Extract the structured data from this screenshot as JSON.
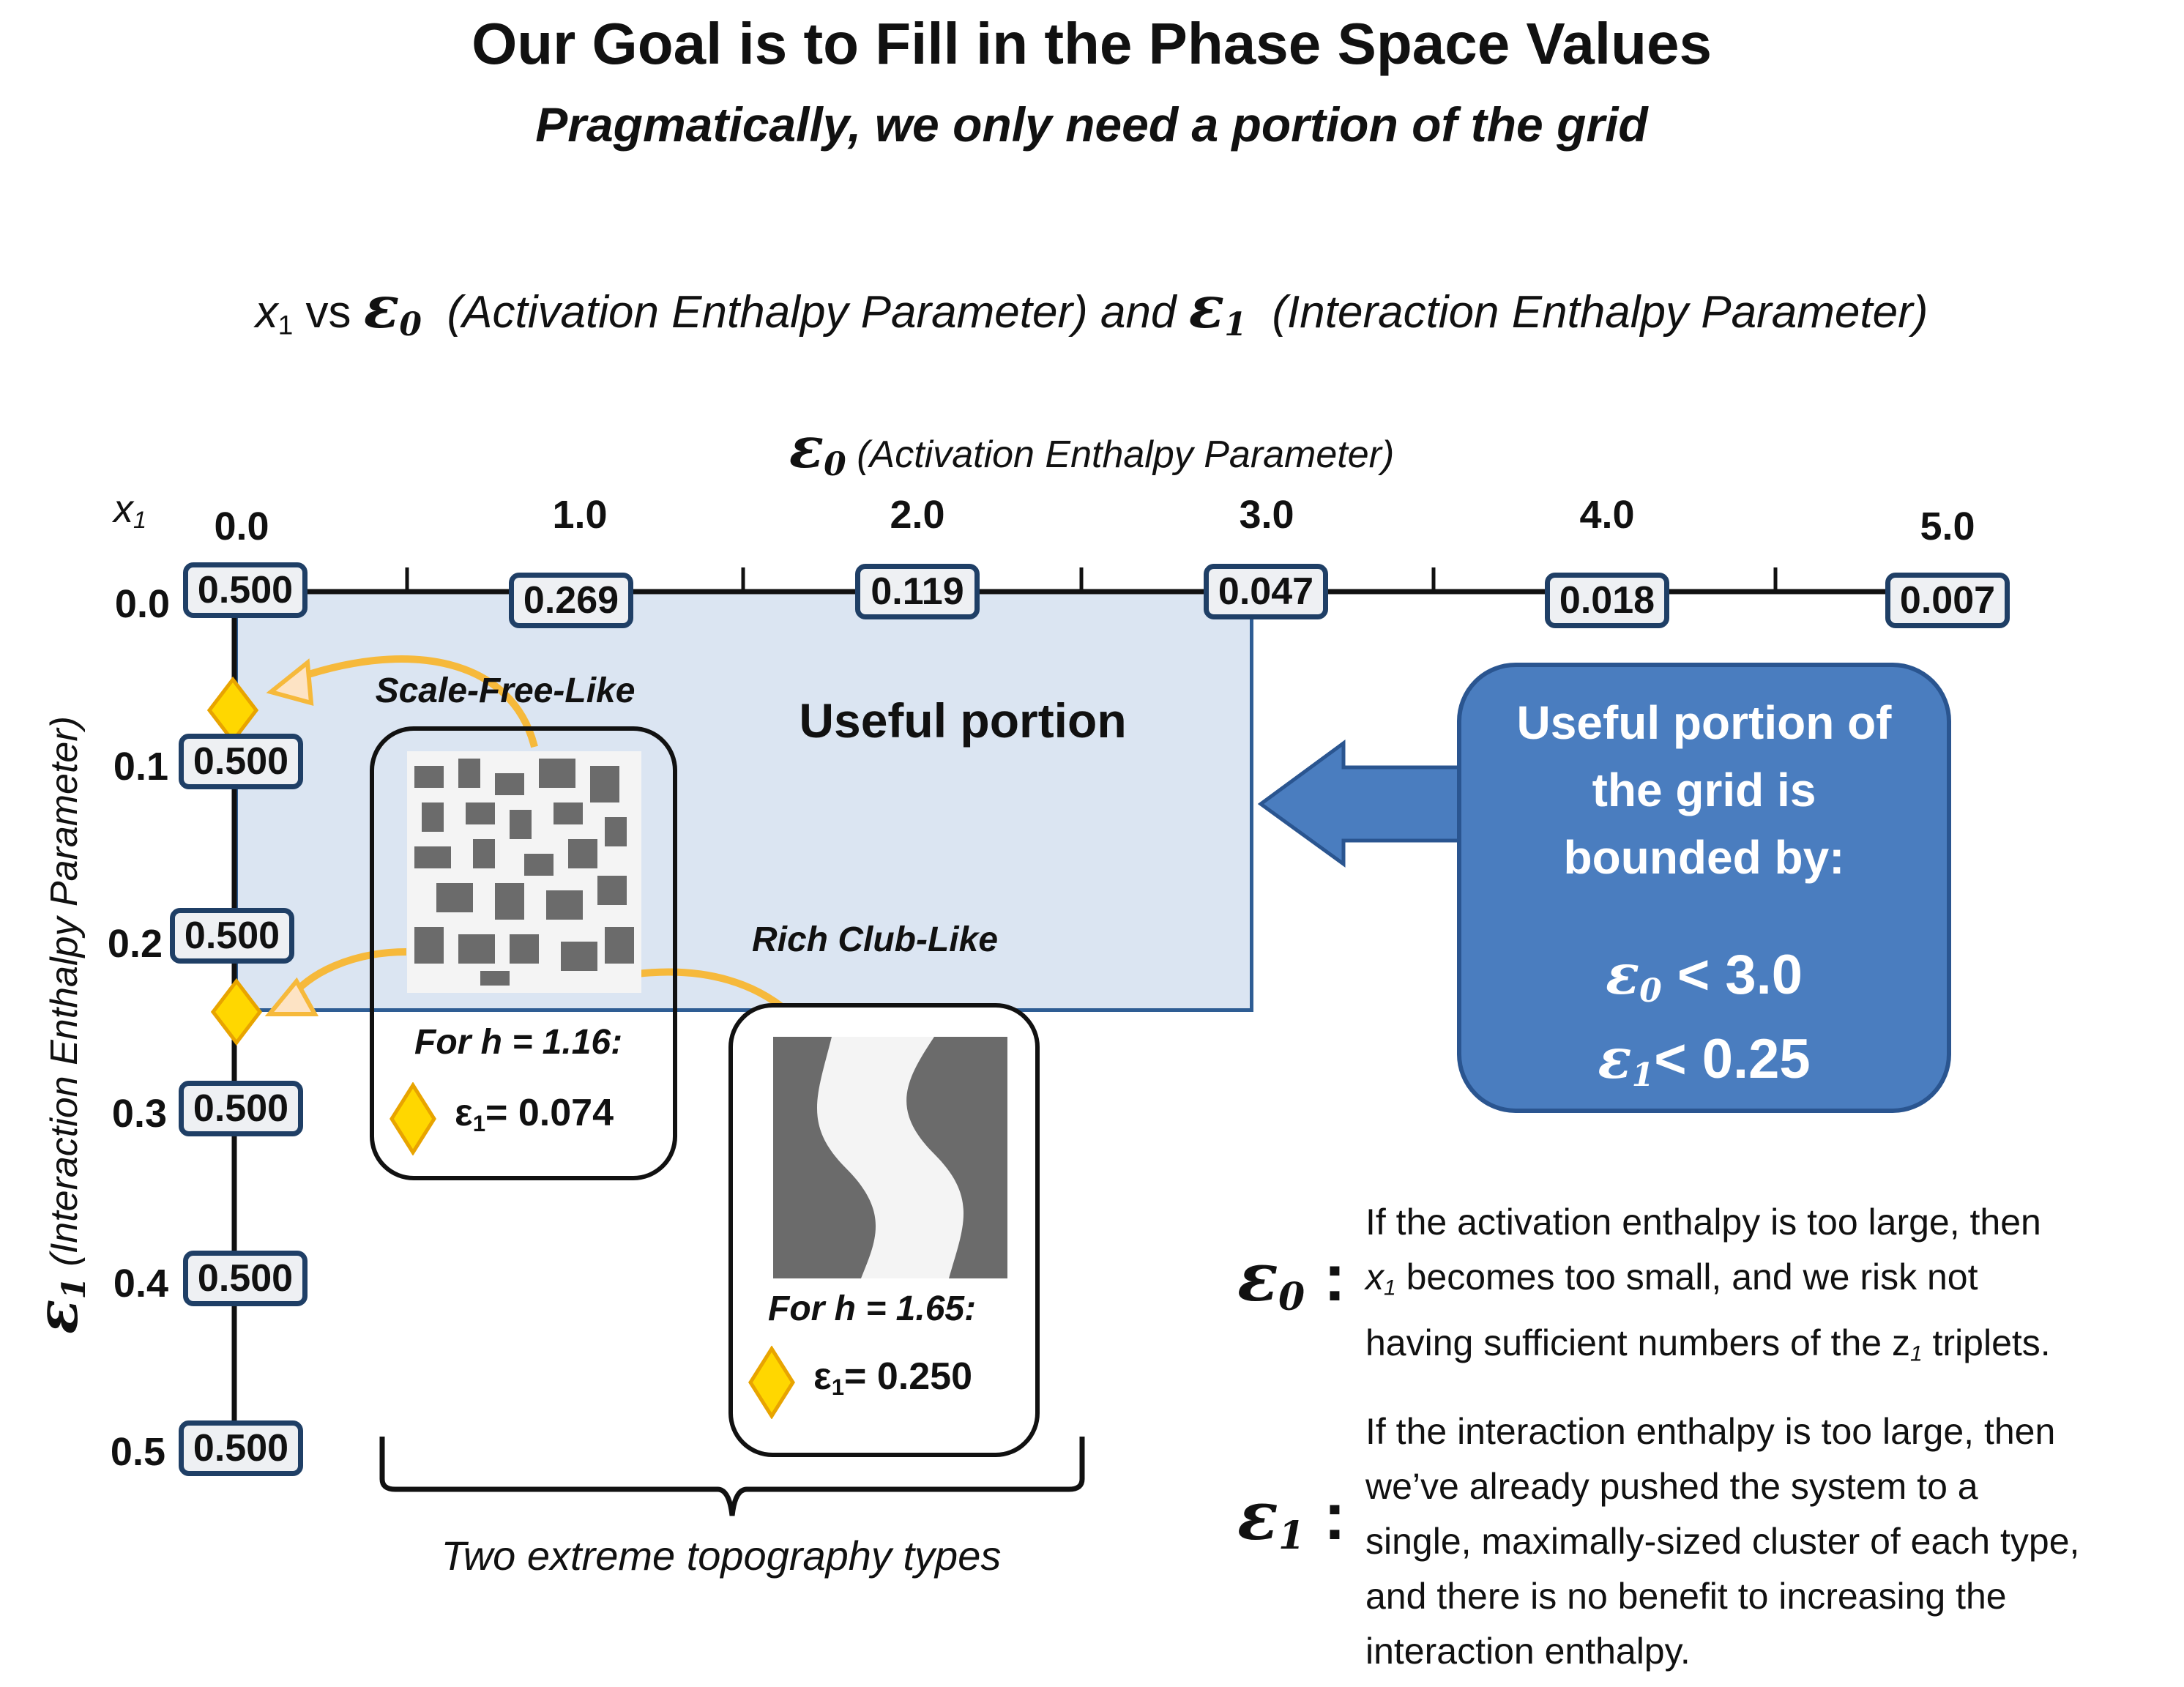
{
  "title": "Our Goal is to Fill in the Phase Space Values",
  "subtitle": "Pragmatically, we only need a portion of the grid",
  "heading": {
    "x1": "x",
    "x1_sub": "1",
    "vs": " vs ",
    "eps0": "ε",
    "eps0_sub": "0",
    "eps0_desc": "(Activation Enthalpy Parameter)",
    "and": " and ",
    "eps1": "ε",
    "eps1_sub": "1",
    "eps1_desc": "(Interaction Enthalpy Parameter)"
  },
  "x_axis": {
    "symbol": "ε",
    "symbol_sub": "0",
    "label": "(Activation Enthalpy Parameter)",
    "ticks": [
      "0.0",
      "1.0",
      "2.0",
      "3.0",
      "4.0",
      "5.0"
    ]
  },
  "y_axis": {
    "symbol": "ε",
    "symbol_sub": "1",
    "label": "(Interaction Enthalpy Parameter)",
    "ticks": [
      "0.0",
      "0.1",
      "0.2",
      "0.3",
      "0.4",
      "0.5"
    ]
  },
  "corner_label": {
    "x": "x",
    "sub": "1"
  },
  "top_row_values": [
    "0.500",
    "0.269",
    "0.119",
    "0.047",
    "0.018",
    "0.007"
  ],
  "left_column_values": [
    "0.500",
    "0.500",
    "0.500",
    "0.500",
    "0.500"
  ],
  "useful_portion_label": "Useful portion",
  "callout": {
    "lines": [
      "Useful portion of",
      "the grid is",
      "bounded by:"
    ],
    "bound1": {
      "sym": "ε",
      "sub": "0",
      "rest": " < 3.0"
    },
    "bound2": {
      "sym": "ε",
      "sub": "1",
      "rest": "< 0.25"
    }
  },
  "scale_free": {
    "label": "Scale-Free-Like",
    "for_h": "For h = 1.16:",
    "eps_sym": "ε",
    "eps_sub": "1",
    "eps_value": "= 0.074",
    "eps1_value": 0.074
  },
  "rich_club": {
    "label": "Rich Club-Like",
    "for_h": "For h = 1.65:",
    "eps_sym": "ε",
    "eps_sub": "1",
    "eps_value": "= 0.250",
    "eps1_value": 0.25
  },
  "bracket_caption": "Two extreme topography types",
  "explanations": [
    {
      "sym": "ε",
      "sub": "0",
      "text_a": "If the activation enthalpy is too large, then",
      "text_b_pre": "x",
      "text_b_sub": "1",
      "text_b_post": " becomes too small, and we risk not",
      "text_c_pre": "having sufficient numbers of the z",
      "text_c_sub": "1",
      "text_c_post": " triplets."
    },
    {
      "sym": "ε",
      "sub": "1",
      "lines": [
        "If the interaction enthalpy is too large, then",
        "we’ve already pushed the system to a",
        "single, maximally-sized cluster of each type,",
        "and there is no benefit to increasing the",
        "interaction enthalpy."
      ]
    }
  ],
  "colors": {
    "region_fill": "#dbe5f2",
    "callout_fill": "#4a7dbf",
    "diamond": "#ffd700",
    "arrow_orange": "#f6b93b",
    "cell_border": "#1f3f66"
  }
}
